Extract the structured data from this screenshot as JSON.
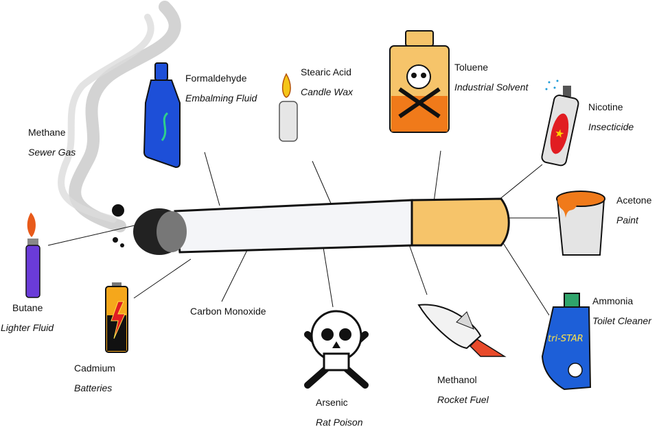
{
  "chemicals": [
    {
      "key": "methane",
      "name": "Methane",
      "use": "Sewer Gas",
      "icon": "smoke-icon"
    },
    {
      "key": "formaldehyde",
      "name": "Formaldehyde",
      "use": "Embalming Fluid",
      "icon": "bottle-icon"
    },
    {
      "key": "stearic",
      "name": "Stearic Acid",
      "use": "Candle Wax",
      "icon": "candle-icon"
    },
    {
      "key": "toluene",
      "name": "Toluene",
      "use": "Industrial Solvent",
      "icon": "poison-flask-icon"
    },
    {
      "key": "nicotine",
      "name": "Nicotine",
      "use": "Insecticide",
      "icon": "spray-can-icon"
    },
    {
      "key": "acetone",
      "name": "Acetone",
      "use": "Paint",
      "icon": "paint-bucket-icon"
    },
    {
      "key": "ammonia",
      "name": "Ammonia",
      "use": "Toilet Cleaner",
      "icon": "cleaner-bottle-icon"
    },
    {
      "key": "methanol",
      "name": "Methanol",
      "use": "Rocket Fuel",
      "icon": "rocket-icon"
    },
    {
      "key": "arsenic",
      "name": "Arsenic",
      "use": "Rat Poison",
      "icon": "skull-crossbones-icon"
    },
    {
      "key": "co",
      "name": "Carbon Monoxide",
      "use": "",
      "icon": ""
    },
    {
      "key": "cadmium",
      "name": "Cadmium",
      "use": "Batteries",
      "icon": "battery-icon"
    },
    {
      "key": "butane",
      "name": "Butane",
      "use": "Lighter Fluid",
      "icon": "lighter-icon"
    }
  ],
  "cleaner_brand": "tri-STAR",
  "colors": {
    "line": "#111111",
    "filter": "#f6c46a",
    "cigarette_paper": "#f4f5f8",
    "smoke": "#c8c8c8",
    "bottle_blue": "#1d4fd8",
    "flask_orange": "#f07a1a",
    "lighter_purple": "#6a3bd8"
  }
}
